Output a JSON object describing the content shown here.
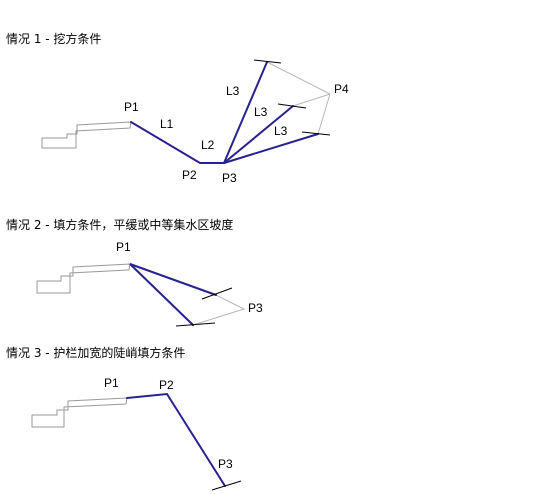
{
  "colors": {
    "main_line": "#26228f",
    "roadway_outline": "#9a9a9a",
    "guide_line": "#b8b8b8",
    "text": "#000000",
    "background": "#ffffff"
  },
  "case1": {
    "title": "情况 1 - 挖方条件",
    "labels": {
      "p1": "P1",
      "p2": "P2",
      "p3": "P3",
      "p4": "P4",
      "l1": "L1",
      "l2": "L2",
      "l3a": "L3",
      "l3b": "L3",
      "l3c": "L3"
    }
  },
  "case2": {
    "title": "情况 2 - 填方条件，平缓或中等集水区坡度",
    "labels": {
      "p1": "P1",
      "p3": "P3"
    }
  },
  "case3": {
    "title": "情况 3 - 护栏加宽的陡峭填方条件",
    "labels": {
      "p1": "P1",
      "p2": "P2",
      "p3": "P3"
    }
  }
}
